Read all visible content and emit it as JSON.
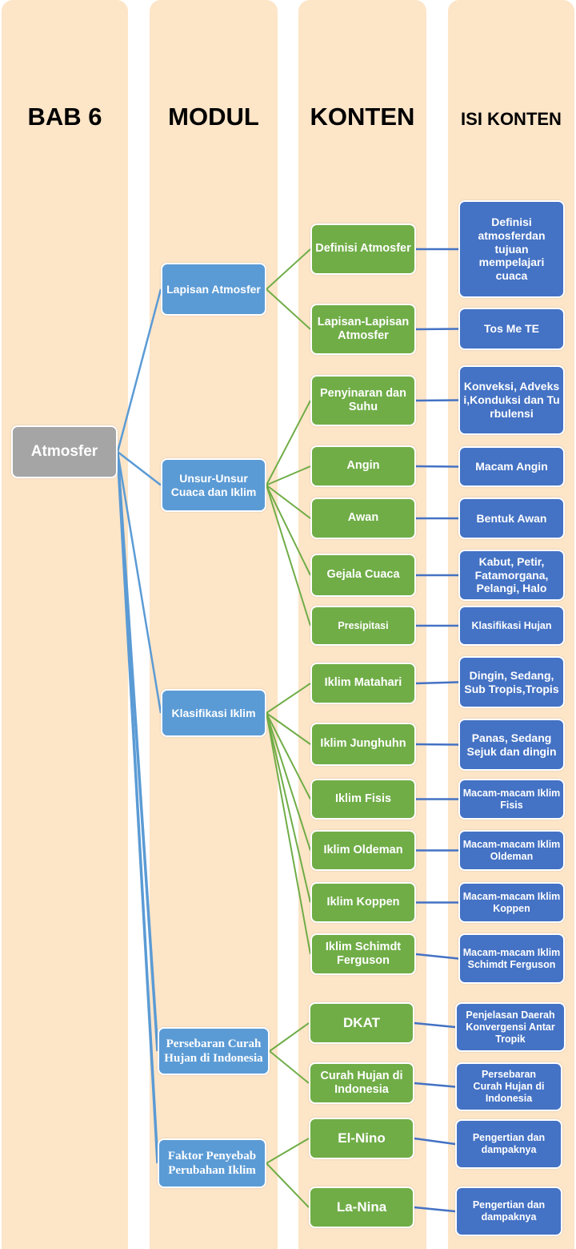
{
  "headers": {
    "bab": "BAB 6",
    "modul": "MODUL",
    "konten": "KONTEN",
    "isi": "ISI KONTEN"
  },
  "colors": {
    "column_bg": "#fde5c8",
    "root": "#a5a5a5",
    "modul": "#5b9bd5",
    "konten": "#70ad47",
    "isi": "#4472c4",
    "modul_line": "#5b9bd5",
    "konten_line": "#70ad47",
    "isi_line": "#4472c4"
  },
  "root": "Atmosfer",
  "modules": [
    {
      "label": "Lapisan Atmosfer",
      "contents": [
        {
          "label": "Definisi Atmosfer",
          "isi": "Definisi atmosferdan tujuan mempelajari cuaca"
        },
        {
          "label": "Lapisan-Lapisan Atmosfer",
          "isi": "Tos Me TE"
        }
      ]
    },
    {
      "label": "Unsur-Unsur Cuaca dan Iklim",
      "contents": [
        {
          "label": "Penyinaran dan Suhu",
          "isi": "Konveksi, Adveksi,Konduksi dan Turbulensi"
        },
        {
          "label": "Angin",
          "isi": "Macam Angin"
        },
        {
          "label": "Awan",
          "isi": "Bentuk Awan"
        },
        {
          "label": "Gejala Cuaca",
          "isi": "Kabut, Petir, Fatamorgana, Pelangi, Halo"
        },
        {
          "label": "Presipitasi",
          "isi": "Klasifikasi Hujan"
        }
      ]
    },
    {
      "label": "Klasifikasi Iklim",
      "contents": [
        {
          "label": "Iklim Matahari",
          "isi": "Dingin, Sedang, Sub Tropis,Tropis"
        },
        {
          "label": "Iklim Junghuhn",
          "isi": "Panas, Sedang Sejuk dan dingin"
        },
        {
          "label": "Iklim Fisis",
          "isi": "Macam-macam Iklim Fisis"
        },
        {
          "label": "Iklim Oldeman",
          "isi": "Macam-macam Iklim Oldeman"
        },
        {
          "label": "Iklim Koppen",
          "isi": "Macam-macam Iklim Koppen"
        },
        {
          "label": "Iklim Schimdt Ferguson",
          "isi": "Macam-macam Iklim Schimdt Ferguson"
        }
      ]
    },
    {
      "label": "Persebaran Curah Hujan di Indonesia",
      "contents": [
        {
          "label": "DKAT",
          "isi": "Penjelasan Daerah Konvergensi Antar Tropik"
        },
        {
          "label": "Curah Hujan di Indonesia",
          "isi": "Persebaran Curah Hujan di Indonesia"
        }
      ]
    },
    {
      "label": "Faktor Penyebab Perubahan Iklim",
      "contents": [
        {
          "label": "El-Nino",
          "isi": "Pengertian dan dampaknya"
        },
        {
          "label": "La-Nina",
          "isi": "Pengertian dan dampaknya"
        }
      ]
    }
  ]
}
